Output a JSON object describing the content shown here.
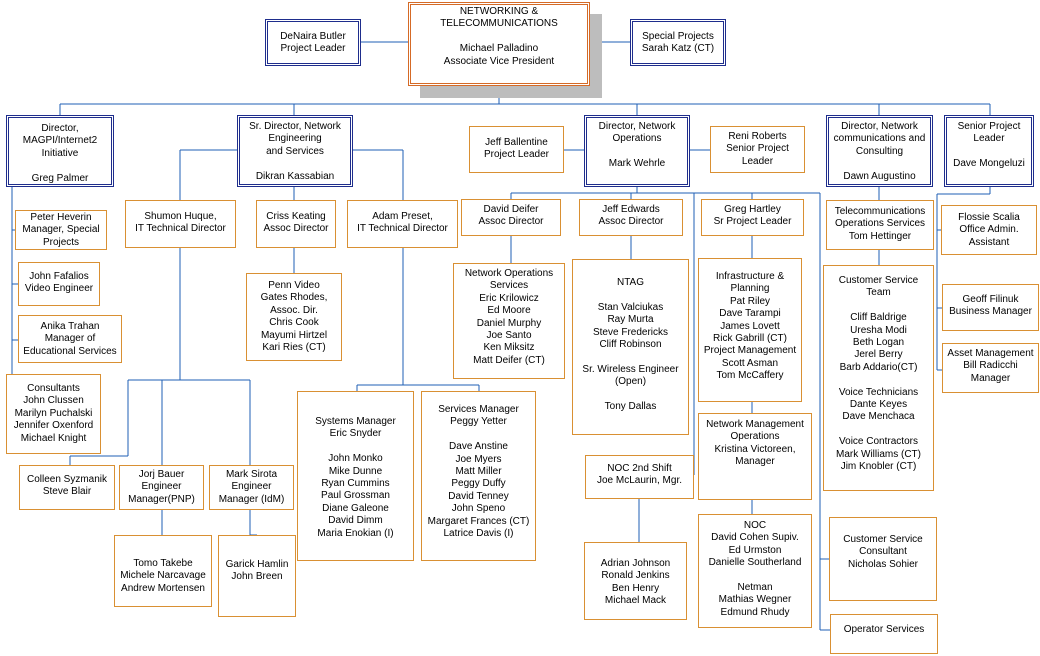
{
  "colors": {
    "line": "#1f5fb4",
    "box_border": "#d99033",
    "exec_border": "#1e2d8c",
    "top_border": "#d56a26",
    "shadow": "#bdbdbd"
  },
  "boxes": {
    "top": [
      "NETWORKING &",
      "TELECOMMUNICATIONS",
      "",
      "Michael Palladino",
      "Associate Vice President"
    ],
    "denaira": [
      "DeNaira Butler",
      "Project Leader"
    ],
    "special": [
      "Special Projects",
      "Sarah Katz (CT)"
    ],
    "magpi": [
      "Director,",
      "MAGPI/Internet2",
      "Initiative",
      "",
      "Greg Palmer"
    ],
    "eng": [
      "Sr. Director, Network",
      "Engineering",
      "and Services",
      "",
      "Dikran Kassabian"
    ],
    "ballentine": [
      "Jeff Ballentine",
      "Project Leader"
    ],
    "netops": [
      "Director, Network",
      "Operations",
      "",
      "Mark Wehrle"
    ],
    "reni": [
      "Reni Roberts",
      "Senior Project",
      "Leader"
    ],
    "consulting": [
      "Director, Network",
      "communications and",
      "Consulting",
      "",
      "Dawn Augustino"
    ],
    "mongeluzi": [
      "Senior Project",
      "Leader",
      "",
      "Dave Mongeluzi"
    ],
    "heverin": [
      "Peter Heverin",
      "Manager, Special",
      "Projects"
    ],
    "fafalios": [
      "John Fafalios",
      "Video Engineer"
    ],
    "trahan": [
      "Anika Trahan",
      "Manager of",
      "Educational Services"
    ],
    "consultants": [
      "Consultants",
      "John Clussen",
      "Marilyn Puchalski",
      "Jennifer Oxenford",
      "Michael Knight"
    ],
    "huque": [
      "Shumon Huque,",
      "IT Technical Director"
    ],
    "keating": [
      "Criss Keating",
      "Assoc Director"
    ],
    "preset": [
      "Adam Preset,",
      "IT Technical Director"
    ],
    "pennvideo": [
      "Penn Video",
      "Gates Rhodes,",
      "Assoc. Dir.",
      "Chris Cook",
      "Mayumi Hirtzel",
      "Kari Ries (CT)"
    ],
    "colleen": [
      "Colleen  Syzmanik",
      "Steve Blair"
    ],
    "bauer": [
      "Jorj Bauer",
      "Engineer",
      "Manager(PNP)"
    ],
    "sirota": [
      "Mark Sirota",
      "Engineer",
      "Manager (IdM)"
    ],
    "takebe": [
      "Tomo Takebe",
      "Michele Narcavage",
      "Andrew Mortensen"
    ],
    "hamlin": [
      "Garick  Hamlin",
      "John Breen"
    ],
    "sysmgr": [
      "Systems Manager",
      "Eric Snyder",
      "",
      "John Monko",
      "Mike Dunne",
      "Ryan Cummins",
      "Paul Grossman",
      "Diane Galeone",
      "David Dimm",
      "Maria Enokian (I)"
    ],
    "svcmgr": [
      "Services Manager",
      "Peggy Yetter",
      "",
      "Dave Anstine",
      "Joe Myers",
      "Matt Miller",
      "Peggy Duffy",
      "David Tenney",
      "John Speno",
      "Margaret Frances (CT)",
      "Latrice Davis (I)"
    ],
    "deifer": [
      "David Deifer",
      "Assoc Director"
    ],
    "edwards": [
      "Jeff Edwards",
      "Assoc Director"
    ],
    "hartley": [
      "Greg Hartley",
      "Sr Project Leader"
    ],
    "nos": [
      "Network Operations",
      "Services",
      "Eric Krilowicz",
      "Ed Moore",
      "Daniel Murphy",
      "Joe Santo",
      "Ken Miksitz",
      "Matt Deifer (CT)"
    ],
    "ntag": [
      "NTAG",
      "",
      "Stan Valciukas",
      "Ray Murta",
      "Steve Fredericks",
      "Cliff Robinson",
      "",
      "Sr. Wireless Engineer",
      "(Open)",
      "",
      "Tony Dallas"
    ],
    "infra": [
      "Infrastructure &",
      "Planning",
      "Pat Riley",
      "Dave Tarampi",
      "James Lovett",
      "Rick Gabrill (CT)",
      "Project Management",
      "Scott Asman",
      "Tom McCaffery"
    ],
    "nmo": [
      "Network Management",
      "Operations",
      "Kristina Victoreen,",
      "Manager"
    ],
    "noc2": [
      "NOC 2nd Shift",
      "Joe McLaurin, Mgr."
    ],
    "adrian": [
      "Adrian Johnson",
      "Ronald Jenkins",
      "Ben Henry",
      "Michael Mack"
    ],
    "noc": [
      "NOC",
      "David Cohen Supiv.",
      "Ed Urmston",
      "Danielle Southerland",
      "",
      "Netman",
      "Mathias Wegner",
      "Edmund Rhudy"
    ],
    "telecom": [
      "Telecommunications",
      "Operations Services",
      "Tom Hettinger"
    ],
    "cst": [
      "Customer Service",
      "Team",
      "",
      "Cliff Baldrige",
      "Uresha Modi",
      "Beth Logan",
      "Jerel Berry",
      "Barb Addario(CT)",
      "",
      "Voice Technicians",
      "Dante Keyes",
      "Dave Menchaca",
      "",
      "Voice Contractors",
      "Mark Williams (CT)",
      "Jim Knobler (CT)"
    ],
    "csc": [
      "Customer Service",
      "Consultant",
      "Nicholas Sohier"
    ],
    "opsvc": [
      "Operator Services"
    ],
    "scalia": [
      "Flossie Scalia",
      "Office Admin.",
      "Assistant"
    ],
    "filinuk": [
      "Geoff Filinuk",
      "Business Manager"
    ],
    "assetmgmt": [
      "Asset Management",
      "Bill Radicchi",
      "Manager"
    ]
  }
}
